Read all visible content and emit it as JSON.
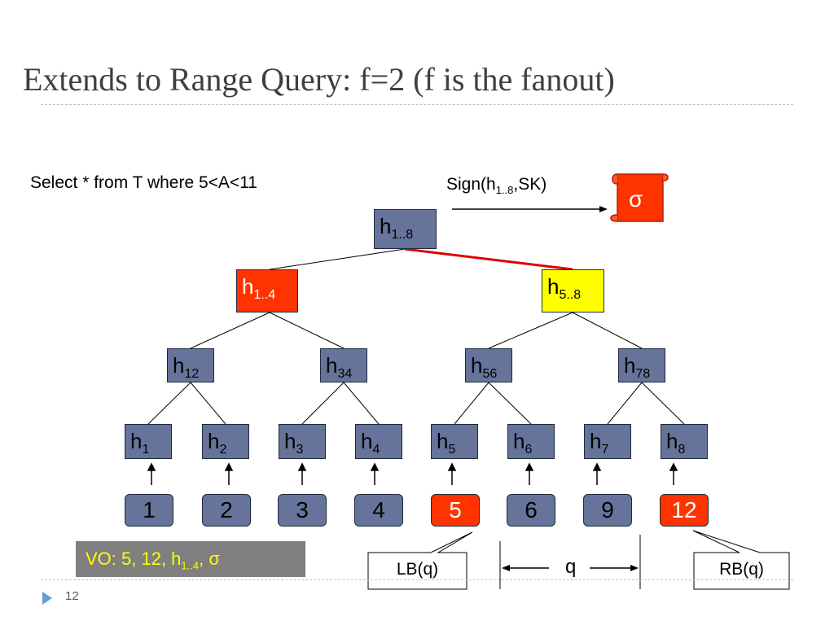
{
  "slide": {
    "title": "Extends to Range Query: f=2 (f is the fanout)",
    "page_number": "12"
  },
  "query": {
    "text": "Select * from T where 5<A<11"
  },
  "signature": {
    "prefix": "Sign(h",
    "sub": "1..8",
    "suffix": ",SK)",
    "sigma": "σ"
  },
  "tree": {
    "root": {
      "base": "h",
      "sub": "1..8"
    },
    "level1": [
      {
        "base": "h",
        "sub": "1..4",
        "color": "#ff3300"
      },
      {
        "base": "h",
        "sub": "5..8",
        "color": "#ffff00"
      }
    ],
    "level2": [
      {
        "base": "h",
        "sub": "12"
      },
      {
        "base": "h",
        "sub": "34"
      },
      {
        "base": "h",
        "sub": "56"
      },
      {
        "base": "h",
        "sub": "78"
      }
    ],
    "hashes": [
      {
        "base": "h",
        "sub": "1"
      },
      {
        "base": "h",
        "sub": "2"
      },
      {
        "base": "h",
        "sub": "3"
      },
      {
        "base": "h",
        "sub": "4"
      },
      {
        "base": "h",
        "sub": "5"
      },
      {
        "base": "h",
        "sub": "6"
      },
      {
        "base": "h",
        "sub": "7"
      },
      {
        "base": "h",
        "sub": "8"
      }
    ],
    "leaves": [
      "1",
      "2",
      "3",
      "4",
      "5",
      "6",
      "9",
      "12"
    ]
  },
  "vo": {
    "prefix": "VO: 5, 12, h",
    "sub": "1..4",
    "suffix": ", σ"
  },
  "bounds": {
    "lb": "LB(q)",
    "q": "q",
    "rb": "RB(q)"
  },
  "colors": {
    "node": "#66739a",
    "highlight_red": "#ff3300",
    "highlight_yellow": "#ffff00",
    "vo_text": "#ffff00",
    "vo_bg": "#7f7f7f"
  }
}
